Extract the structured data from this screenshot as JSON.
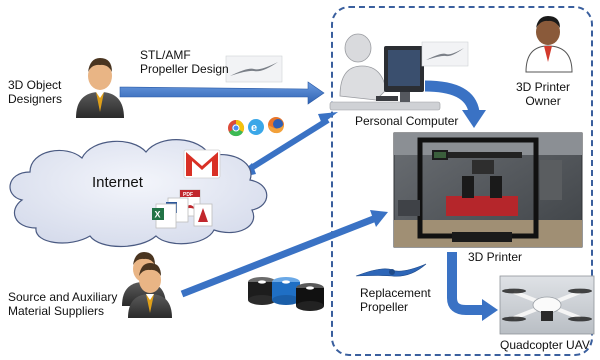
{
  "labels": {
    "designers": [
      "3D Object",
      "Designers"
    ],
    "design_file": [
      "STL/AMF",
      "Propeller Design"
    ],
    "personal_computer": "Personal Computer",
    "owner": [
      "3D Printer",
      "Owner"
    ],
    "internet": "Internet",
    "printer": "3D Printer",
    "suppliers": [
      "Source and Auxiliary",
      "Material Suppliers"
    ],
    "replacement": [
      "Replacement",
      "Propeller"
    ],
    "uav": "Quadcopter UAV"
  },
  "colors": {
    "arrow": "#3a72c4",
    "boundary": "#3a5f9e",
    "cloud": "#e2e6f2",
    "cloud_stroke": "#4a5a82"
  },
  "icons": [
    "user-icon",
    "computer-user-icon",
    "printer-owner-icon",
    "cloud-icon",
    "browser-icons",
    "gmail-icon",
    "document-icons",
    "filament-spools-icon",
    "propeller-icon",
    "quadcopter-icon",
    "3d-printer-photo"
  ]
}
